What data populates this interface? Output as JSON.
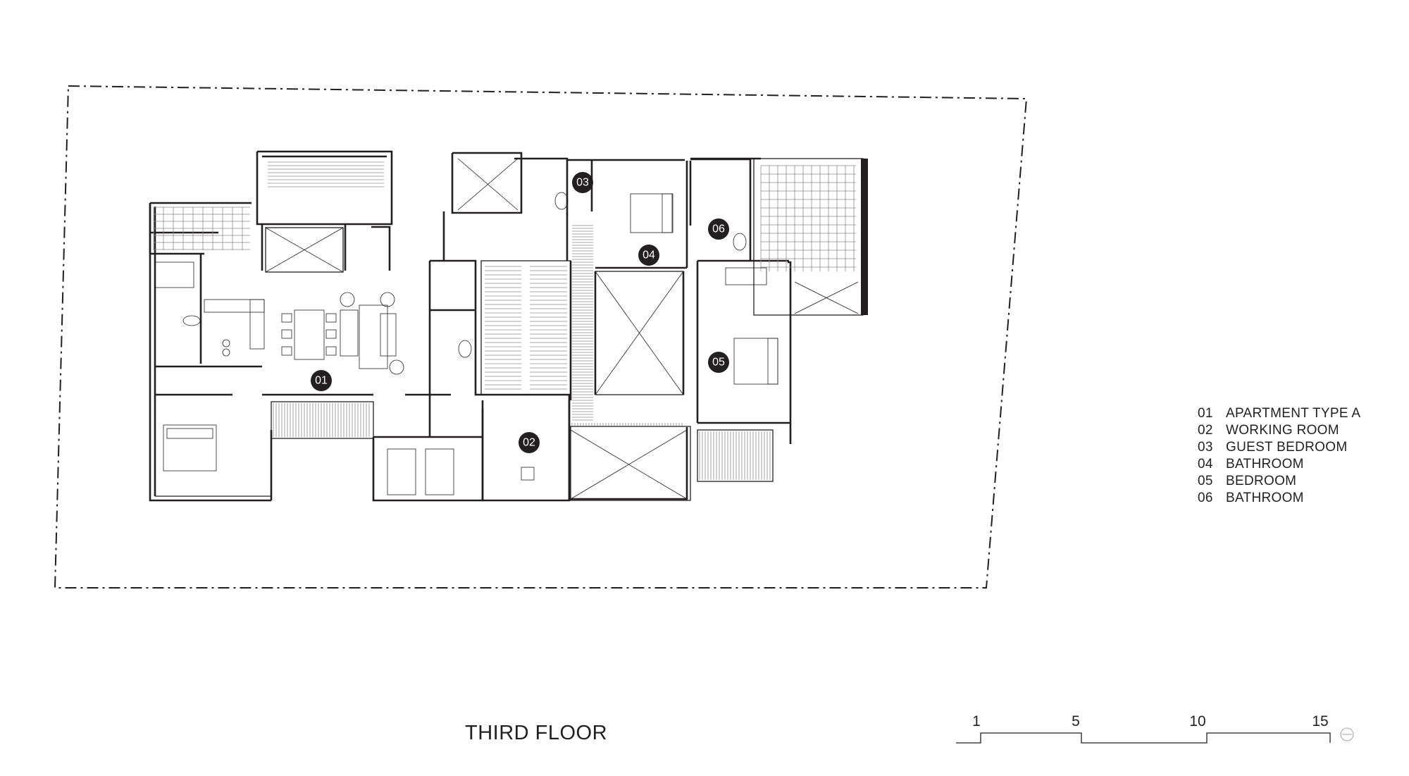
{
  "drawing": {
    "title": "THIRD FLOOR",
    "room_markers": [
      "01",
      "02",
      "03",
      "04",
      "05",
      "06"
    ]
  },
  "legend": [
    {
      "number": "01",
      "label": "APARTMENT TYPE A"
    },
    {
      "number": "02",
      "label": "WORKING ROOM"
    },
    {
      "number": "03",
      "label": "GUEST BEDROOM"
    },
    {
      "number": "04",
      "label": "BATHROOM"
    },
    {
      "number": "05",
      "label": "BEDROOM"
    },
    {
      "number": "06",
      "label": "BATHROOM"
    }
  ],
  "scale_bar": {
    "labels": [
      "1",
      "5",
      "10",
      "15"
    ]
  },
  "colors": {
    "ink": "#231f20",
    "marker_fill": "#231f20",
    "marker_text": "#ffffff",
    "background": "#ffffff"
  }
}
